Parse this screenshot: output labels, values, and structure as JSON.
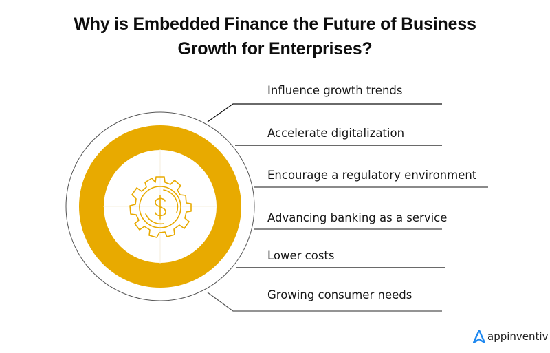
{
  "title": {
    "line1": "Why is Embedded Finance the Future of Business",
    "line2": "Growth for Enterprises?"
  },
  "center_icon": {
    "name": "gear-dollar-icon",
    "ring_color": "#E8AA00",
    "icon_color": "#E8AA00"
  },
  "items": [
    {
      "label": "Influence growth trends"
    },
    {
      "label": "Accelerate digitalization"
    },
    {
      "label": "Encourage a regulatory environment"
    },
    {
      "label": "Advancing banking as a service"
    },
    {
      "label": "Lower costs"
    },
    {
      "label": "Growing consumer needs"
    }
  ],
  "brand": {
    "name": "appinventiv",
    "logo_color": "#1E88F0"
  }
}
